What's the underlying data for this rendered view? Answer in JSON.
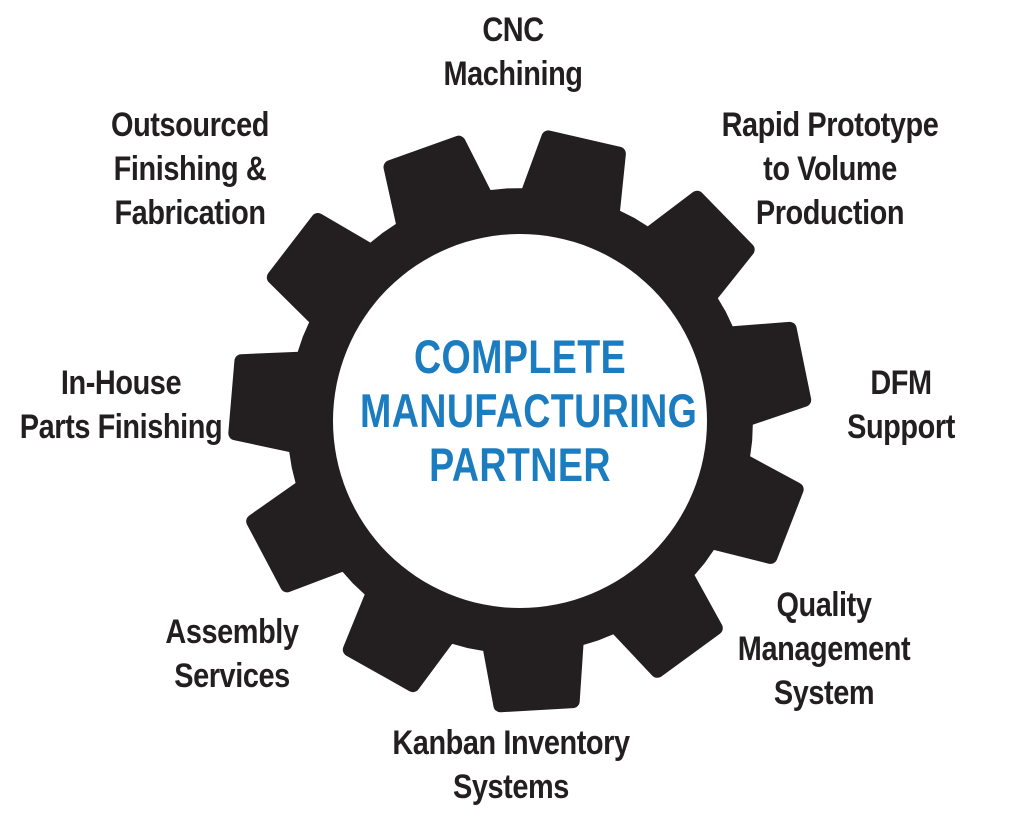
{
  "diagram": {
    "background_color": "#ffffff",
    "gear_color": "#231f20",
    "center": {
      "title": "COMPLETE\nMANUFACTURING\nPARTNER",
      "color": "#1c7cc0"
    },
    "labels": [
      {
        "id": "cnc",
        "position": "top",
        "text": "CNC\nMachining"
      },
      {
        "id": "rapid",
        "position": "top-right",
        "text": "Rapid Prototype\nto Volume\nProduction"
      },
      {
        "id": "dfm",
        "position": "right",
        "text": "DFM\nSupport"
      },
      {
        "id": "quality",
        "position": "bottom-right",
        "text": "Quality\nManagement\nSystem"
      },
      {
        "id": "kanban",
        "position": "bottom",
        "text": "Kanban Inventory\nSystems"
      },
      {
        "id": "assembly",
        "position": "bottom-left",
        "text": "Assembly\nServices"
      },
      {
        "id": "inhouse",
        "position": "left",
        "text": "In-House\nParts Finishing"
      },
      {
        "id": "outsourced",
        "position": "top-left",
        "text": "Outsourced\nFinishing &\nFabrication"
      }
    ]
  }
}
